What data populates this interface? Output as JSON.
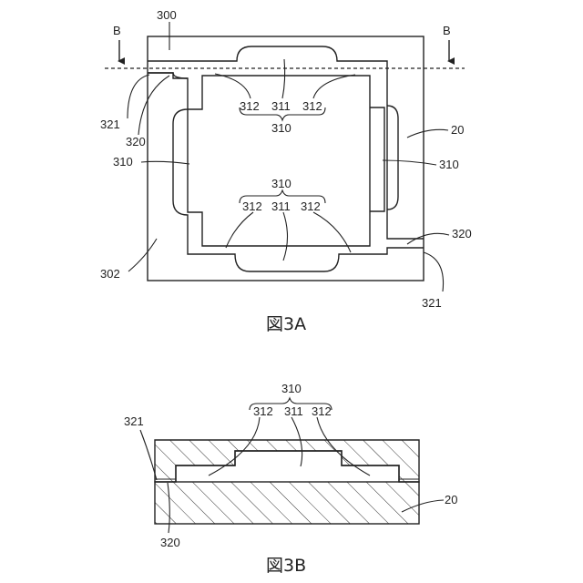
{
  "figure_3a": {
    "caption": "図3A",
    "section_mark_left": "B",
    "section_mark_right": "B",
    "labels": {
      "top_frame": "300",
      "bottom_frame": "302",
      "right_wall": "20",
      "top_312_left": "312",
      "top_311": "311",
      "top_312_right": "312",
      "top_310": "310",
      "left_310": "310",
      "right_310": "310",
      "bottom_310": "310",
      "bottom_312_left": "312",
      "bottom_311": "311",
      "bottom_312_right": "312",
      "left_321": "321",
      "left_320": "320",
      "right_320": "320",
      "right_321": "321"
    }
  },
  "figure_3b": {
    "caption": "図3B",
    "labels": {
      "brace_310": "310",
      "label_312_left": "312",
      "label_311": "311",
      "label_312_right": "312",
      "label_321": "321",
      "label_320": "320",
      "label_20": "20"
    }
  }
}
